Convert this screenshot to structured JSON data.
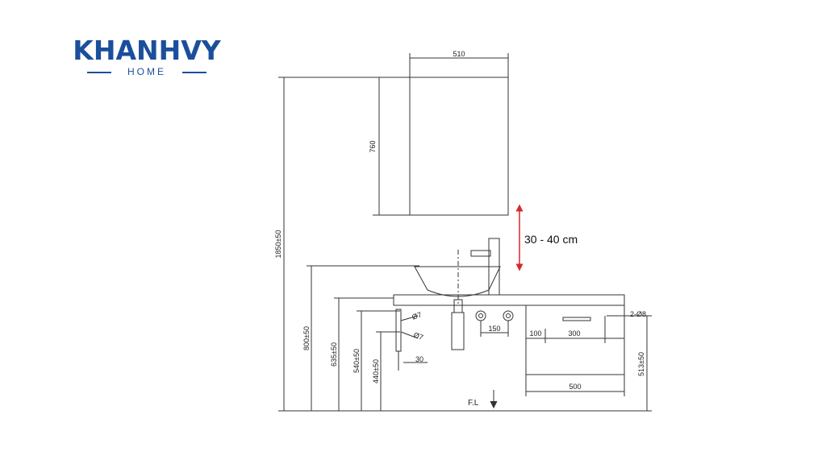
{
  "logo": {
    "brand": "KHANHVY",
    "sub": "HOME",
    "color": "#1b4f9c"
  },
  "annotation": {
    "text": "30 - 40 cm",
    "color": "#d62828"
  },
  "dimensions": {
    "mirror_width": "510",
    "mirror_height": "760",
    "total_height": "1850±50",
    "basin_height": "800±50",
    "counter_height": "635±50",
    "drain_height": "540±50",
    "drain2_height": "440±50",
    "drawer_offset": "100",
    "drawer_inner": "300",
    "drawer_width": "500",
    "valve_spacing": "150",
    "cabinet_height": "513±50",
    "hole_note": "2-Ø8",
    "pipe_offset": "30",
    "dia1": "Ø7",
    "dia2": "Ø7",
    "floor_label": "F.L"
  }
}
